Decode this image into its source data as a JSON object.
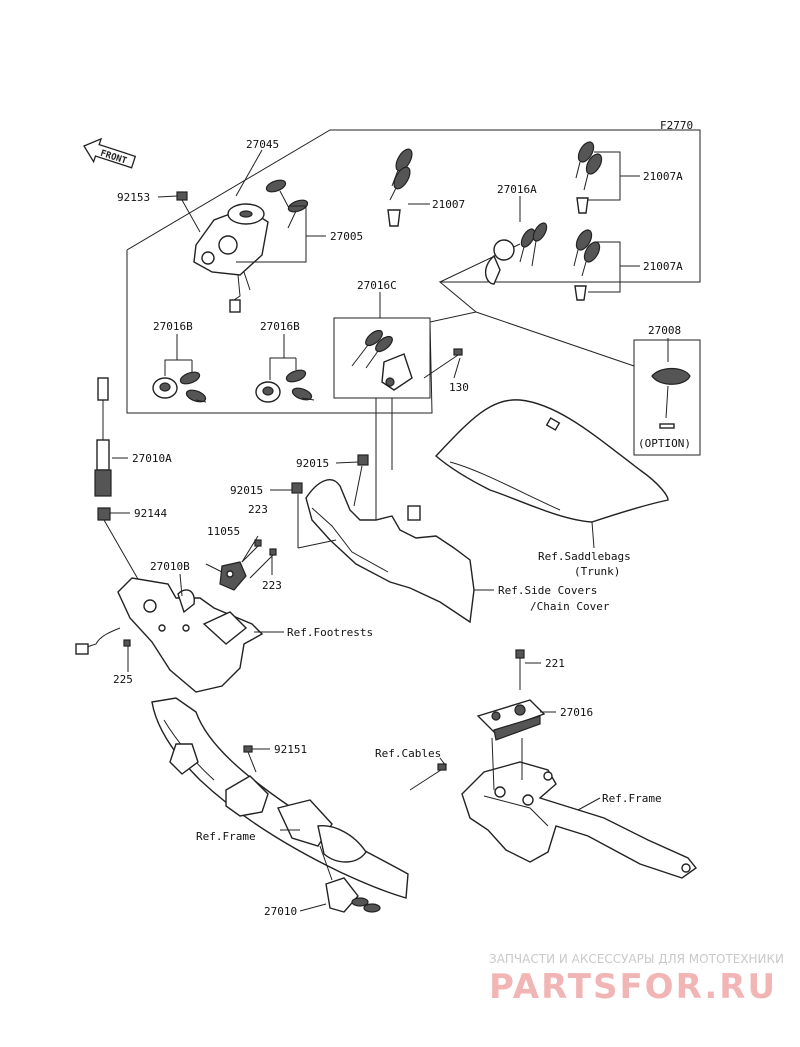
{
  "diagram_code": "F2770",
  "front_arrow": "FRONT",
  "labels": {
    "p27045": "27045",
    "p92153": "92153",
    "p27005": "27005",
    "p21007": "21007",
    "p27016A": "27016A",
    "p21007A_1": "21007A",
    "p21007A_2": "21007A",
    "p27016C": "27016C",
    "p27016B_1": "27016B",
    "p27016B_2": "27016B",
    "p27008": "27008",
    "p130": "130",
    "p27010A": "27010A",
    "p92015_1": "92015",
    "p92015_2": "92015",
    "p92144": "92144",
    "p11055": "11055",
    "p223_1": "223",
    "p223_2": "223",
    "p27010B": "27010B",
    "p225": "225",
    "p221": "221",
    "p27016": "27016",
    "p92151": "92151",
    "p27010": "27010"
  },
  "refs": {
    "saddlebags_1": "Ref.Saddlebags",
    "saddlebags_2": "(Trunk)",
    "sidecovers_1": "Ref.Side Covers",
    "sidecovers_2": "/Chain Cover",
    "footrests": "Ref.Footrests",
    "cables": "Ref.Cables",
    "frame_right": "Ref.Frame",
    "frame_left": "Ref.Frame",
    "option": "(OPTION)"
  },
  "watermark": {
    "line1": "ЗАПЧАСТИ И АКСЕССУАРЫ ДЛЯ МОТОТЕХНИКИ",
    "line2": "PARTSFOR.RU"
  }
}
